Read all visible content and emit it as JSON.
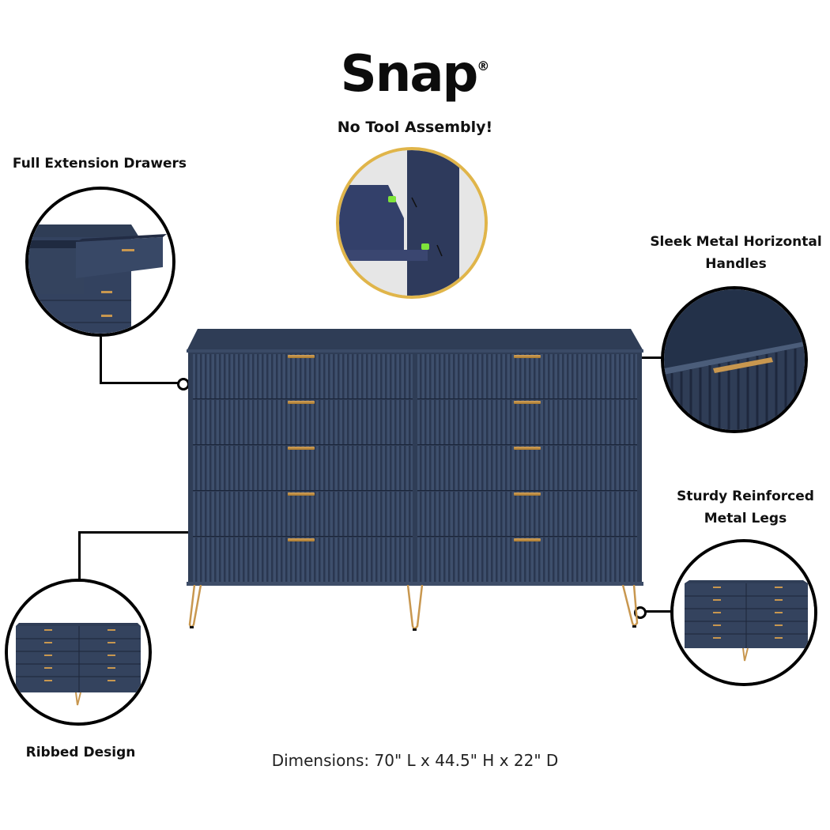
{
  "header": {
    "brand": "Snap",
    "registered_mark": "®",
    "tagline": "No Tool Assembly!"
  },
  "features": [
    {
      "id": "full-extension-drawers",
      "label": "Full Extension Drawers"
    },
    {
      "id": "sleek-metal-handles",
      "label": "Sleek Metal Horizontal Handles",
      "lines": [
        "Sleek Metal Horizontal",
        "Handles"
      ]
    },
    {
      "id": "sturdy-metal-legs",
      "label": "Sturdy Reinforced Metal Legs",
      "lines": [
        "Sturdy Reinforced",
        "Metal Legs"
      ]
    },
    {
      "id": "ribbed-design",
      "label": "Ribbed Design"
    }
  ],
  "footer": {
    "dimensions": "Dimensions: 70\" L x 44.5\" H x 22\" D"
  },
  "product": {
    "columns": 2,
    "drawers_per_column": 5,
    "legs": 3
  },
  "colors": {
    "navy": "#2f3d56",
    "brass": "#c8974f",
    "snap_ring": "#e0b54a",
    "connector_green": "#7ee33a"
  }
}
